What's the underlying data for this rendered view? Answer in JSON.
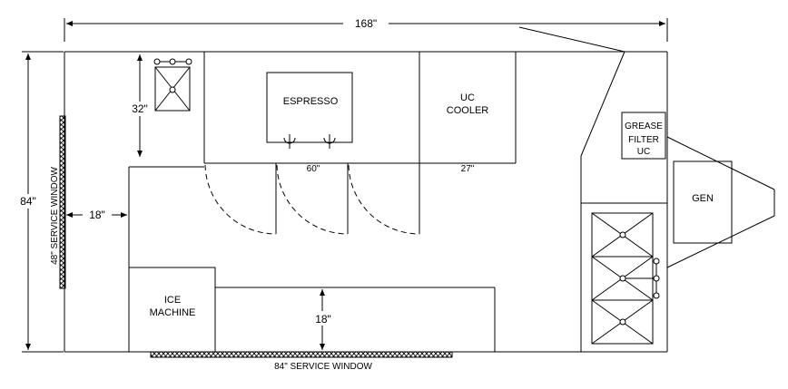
{
  "dimensions": {
    "total_width": "168\"",
    "total_height": "84\"",
    "sink_clearance": "32\"",
    "aisle": "18\"",
    "counter_depth": "18\"",
    "espresso_counter": "60\"",
    "cooler_counter": "27\""
  },
  "equipment": {
    "espresso": "ESPRESSO",
    "uc_cooler_line1": "UC",
    "uc_cooler_line2": "COOLER",
    "grease_line1": "GREASE",
    "grease_line2": "FILTER",
    "grease_line3": "UC",
    "gen": "GEN",
    "ice_line1": "ICE",
    "ice_line2": "MACHINE"
  },
  "windows": {
    "side": "48\" SERVICE WINDOW",
    "bottom": "84\" SERVICE WINDOW"
  }
}
